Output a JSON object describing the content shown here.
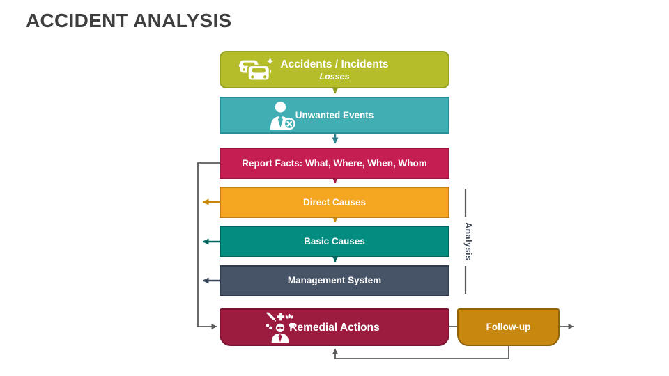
{
  "title": "ACCIDENT ANALYSIS",
  "flow": {
    "boxes": [
      {
        "label": "Accidents / Incidents",
        "sublabel": "Losses",
        "fill": "#b5bd2b",
        "border": "#97a21f",
        "icon": "car-collision-icon"
      },
      {
        "label": "Unwanted Events",
        "fill": "#41aeb3",
        "border": "#2b8d96",
        "icon": "person-error-icon"
      },
      {
        "label": "Report Facts: What, Where, When, Whom",
        "fill": "#c41e52",
        "border": "#9a1840"
      },
      {
        "label": "Direct Causes",
        "fill": "#f6a722",
        "border": "#c28016"
      },
      {
        "label": "Basic Causes",
        "fill": "#038c80",
        "border": "#02665e"
      },
      {
        "label": "Management System",
        "fill": "#475468",
        "border": "#303b4e"
      },
      {
        "label": "Remedial Actions",
        "fill": "#9c1c40",
        "border": "#7a1531",
        "icon": "medical-person-icon"
      },
      {
        "label": "Follow-up",
        "fill": "#c8870e",
        "border": "#90620a"
      }
    ],
    "analysis_label": "Analysis"
  },
  "palette": {
    "title_text": "#3e3e3e",
    "connector_gray": "#595959",
    "analysis_text": "#3d4655",
    "arrow_olive": "#8a991f",
    "arrow_teal": "#27838c",
    "arrow_crimson": "#9c1840",
    "arrow_amber": "#c8860d",
    "arrow_tealgreen": "#02665e",
    "arrow_slate": "#3a4659",
    "box_text": "#ffffff"
  }
}
